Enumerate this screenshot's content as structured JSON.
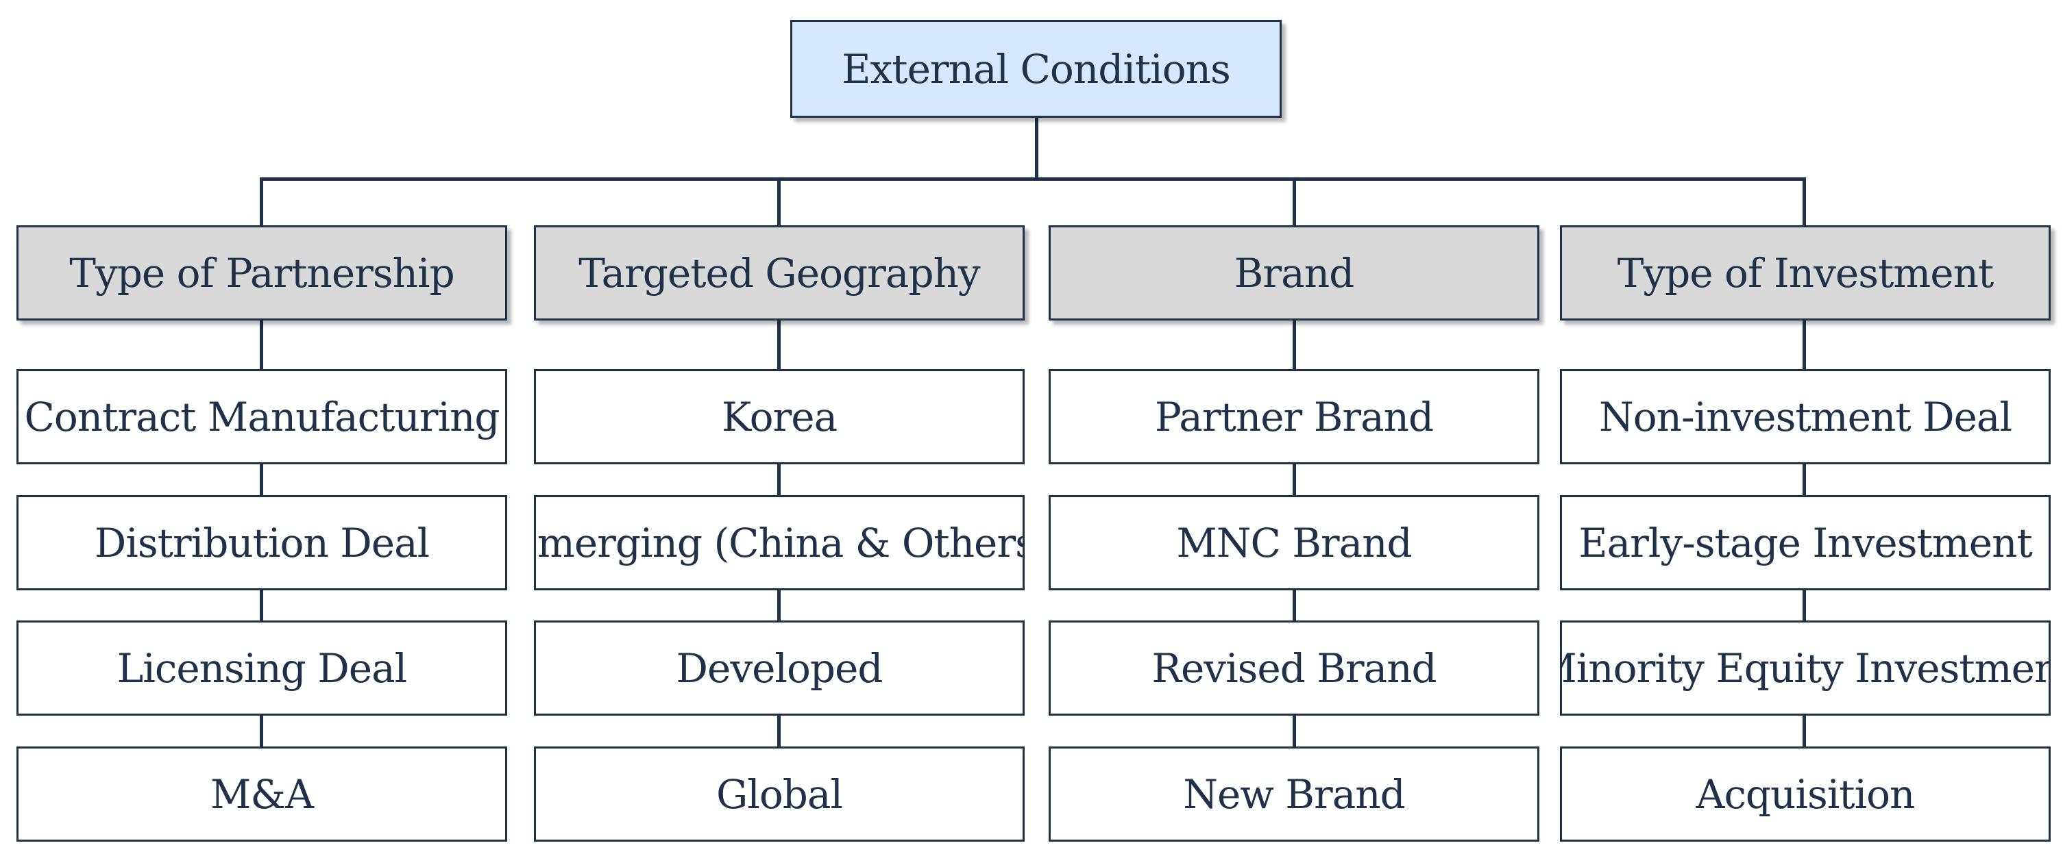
{
  "diagram": {
    "root": {
      "label": "External Conditions"
    },
    "categories": [
      {
        "label": "Type of Partnership",
        "items": [
          "Contract Manufacturing",
          "Distribution Deal",
          "Licensing Deal",
          "M&A"
        ]
      },
      {
        "label": "Targeted Geography",
        "items": [
          "Korea",
          "Emerging (China & Others)",
          "Developed",
          "Global"
        ]
      },
      {
        "label": "Brand",
        "items": [
          "Partner Brand",
          "MNC Brand",
          "Revised Brand",
          "New Brand"
        ]
      },
      {
        "label": "Type of Investment",
        "items": [
          "Non-investment Deal",
          "Early-stage Investment",
          "Minority Equity Investment",
          "Acquisition"
        ]
      }
    ],
    "colors": {
      "line": "#1f3049",
      "root_fill": "#d6e8fd",
      "category_fill": "#d9d9d9",
      "leaf_fill": "#ffffff",
      "text": "#1f3049"
    }
  }
}
